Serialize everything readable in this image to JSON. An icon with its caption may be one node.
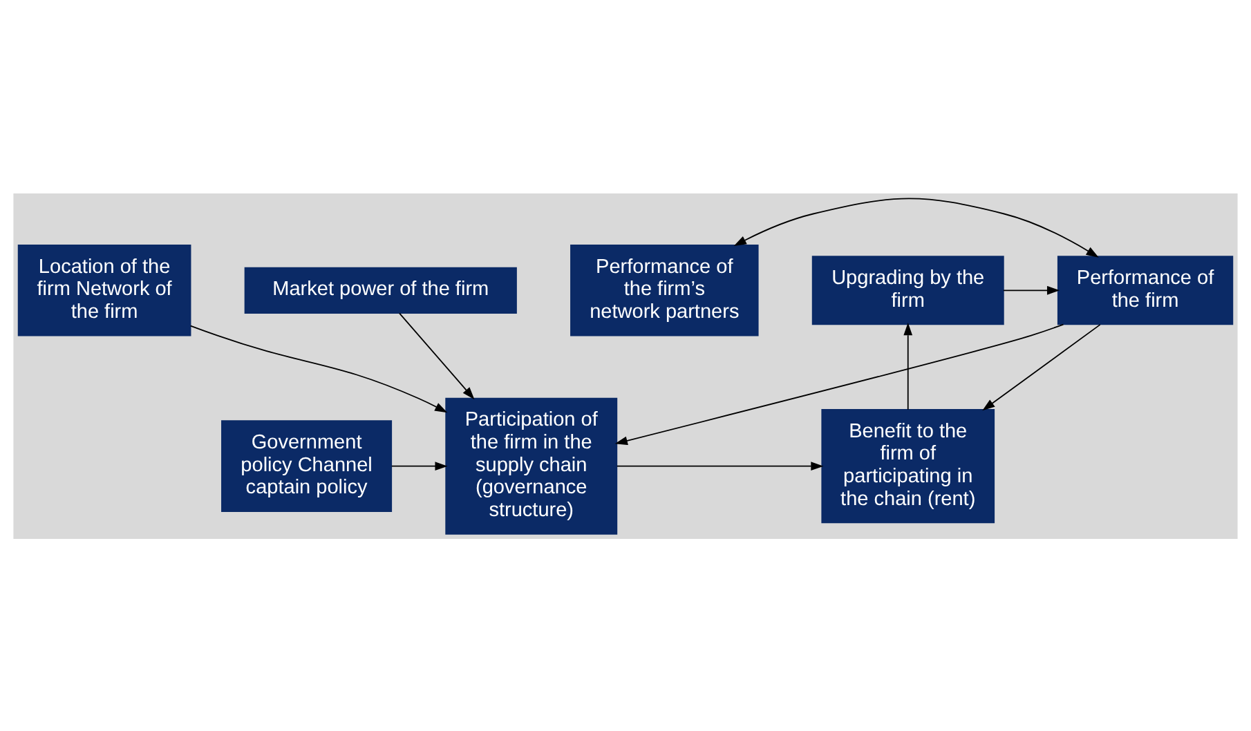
{
  "diagram": {
    "nodes": [
      {
        "text": [
          "Performance of the firm’s network partners"
        ]
      },
      {
        "text": [
          "Performance of the firm"
        ]
      },
      {
        "text": [
          "Upgrading by the firm"
        ]
      },
      {
        "text": [
          "Government policy Channel captain policy"
        ]
      },
      {
        "text": [
          "Participation of the firm in the supply chain (governance structure)"
        ]
      },
      {
        "text": [
          "Benefit to the firm of participating in the chain (rent)"
        ]
      },
      {
        "text": [
          "Location of the firm Network of the firm"
        ]
      },
      {
        "text": [
          "Market power of the firm"
        ]
      }
    ],
    "edges": [
      {
        "from": 0,
        "to": 1,
        "arrow": "both"
      },
      {
        "from": 2,
        "to": 1,
        "arrow": "to"
      },
      {
        "from": 1,
        "to": 4,
        "arrow": "to"
      },
      {
        "from": 1,
        "to": 5,
        "arrow": "to"
      },
      {
        "from": 3,
        "to": 4,
        "arrow": "to"
      },
      {
        "from": 6,
        "to": 4,
        "arrow": "to"
      },
      {
        "from": 4,
        "to": 5,
        "arrow": "to"
      },
      {
        "from": 5,
        "to": 2,
        "arrow": "to"
      },
      {
        "from": 7,
        "to": 4,
        "arrow": "to"
      }
    ]
  }
}
